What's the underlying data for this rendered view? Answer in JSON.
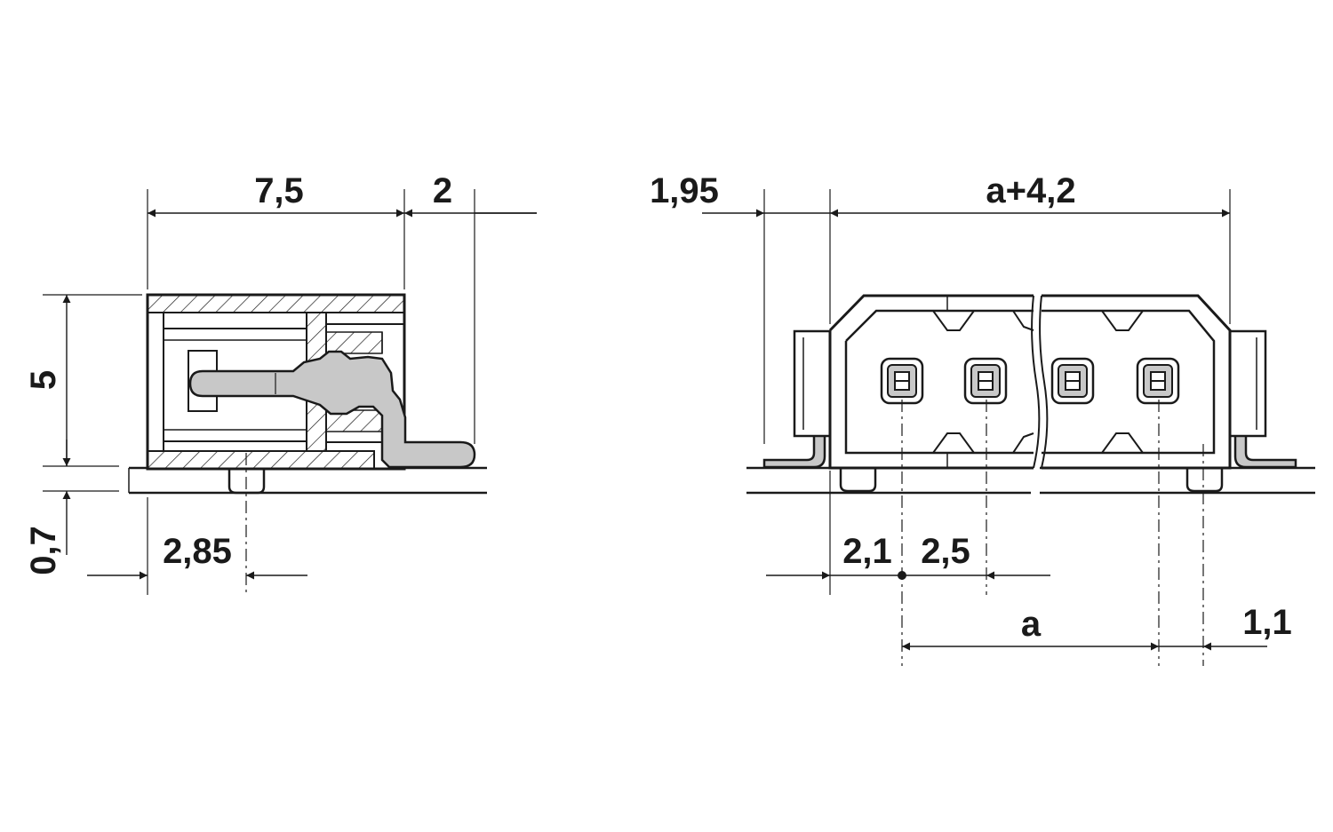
{
  "side_view": {
    "dimensions": {
      "width_top": "7,5",
      "offset_top": "2",
      "height": "5",
      "standoff": "0,7",
      "pin_offset": "2,85"
    }
  },
  "front_view": {
    "dimensions": {
      "left_offset": "1,95",
      "overall": "a+4,2",
      "first_pin": "2,1",
      "pitch": "2,5",
      "pitch_span": "a",
      "right_offset": "1,1"
    }
  },
  "colors": {
    "line": "#1a1a1a",
    "pin_fill": "#c8c8c8",
    "hatch": "#1a1a1a",
    "background": "#ffffff"
  }
}
